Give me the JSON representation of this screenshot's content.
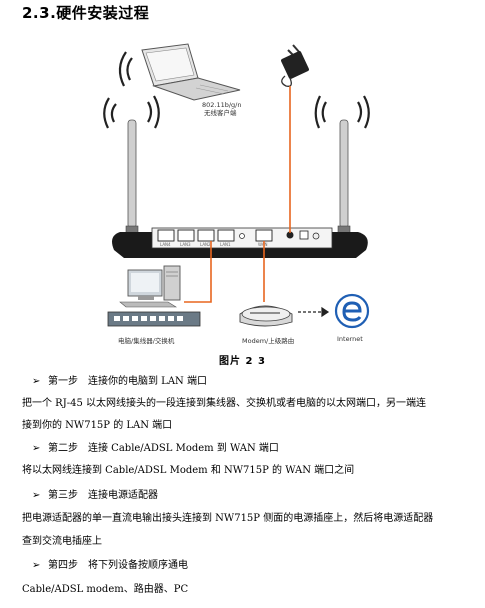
{
  "heading": "2.3.硬件安装过程",
  "figure": {
    "laptop_label_1": "802.11b/g/n",
    "laptop_label_2": "无线客户端",
    "pc_label": "电脑/集线器/交换机",
    "modem_label": "Modem/上级路由",
    "internet_label": "Internet",
    "accent_color": "#e8661f"
  },
  "caption": "图片 2 3",
  "steps": [
    {
      "title": "第一步",
      "text": "连接你的电脑到 LAN 端口"
    },
    {
      "title": "第二步",
      "text": "连接 Cable/ADSL Modem 到 WAN 端口"
    },
    {
      "title": "第三步",
      "text": "连接电源适配器"
    },
    {
      "title": "第四步",
      "text": "将下列设备按顺序通电"
    }
  ],
  "paragraphs": {
    "p1_line1": "把一个 RJ-45 以太网线接头的一段连接到集线器、交换机或者电脑的以太网端口，另一端连",
    "p1_line2": "接到你的 NW715P 的 LAN 端口",
    "p2_line1": "将以太网线连接到 Cable/ADSL Modem 和 NW715P 的 WAN 端口之间",
    "p3_line1": "把电源适配器的单一直流电输出接头连接到 NW715P 侧面的电源插座上，然后将电源适配器",
    "p3_line2": "查到交流电插座上",
    "p4_line1": "Cable/ADSL modem、路由器、PC"
  }
}
